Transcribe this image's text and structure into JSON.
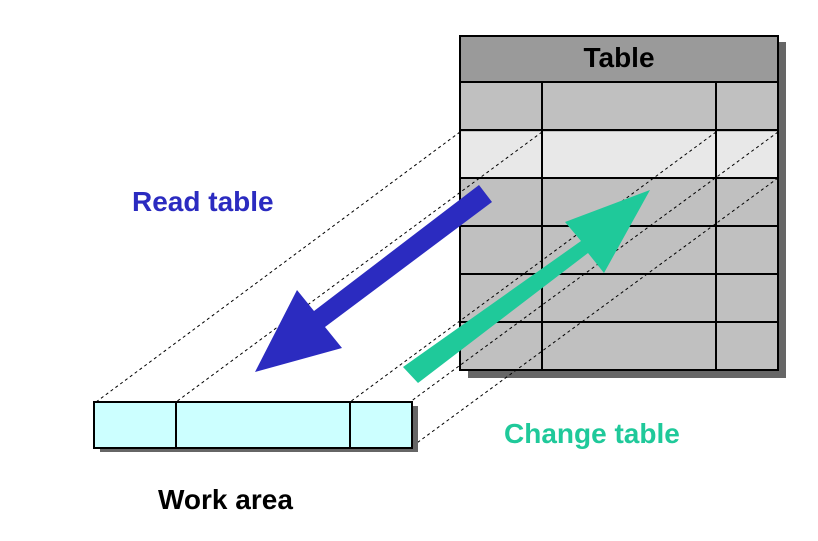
{
  "labels": {
    "table_title": "Table",
    "read": "Read table",
    "change": "Change table",
    "work_area": "Work area"
  },
  "colors": {
    "read_arrow": "#2b2bc0",
    "change_arrow": "#1fc99a",
    "table_fill": "#c0c0c0",
    "table_header": "#9a9a9a",
    "highlight_row": "#e8e8e8",
    "work_area_fill": "#ccffff"
  }
}
